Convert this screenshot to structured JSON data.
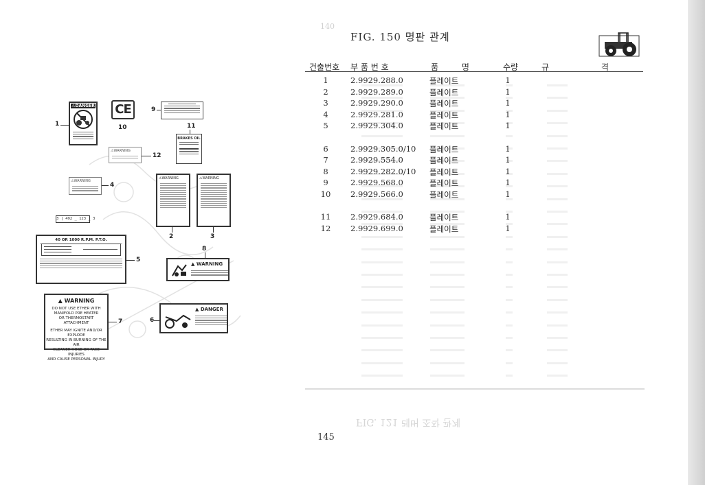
{
  "figure": {
    "title": "FIG. 150 명판 관계",
    "page_number": "145"
  },
  "table": {
    "headers": [
      "건출번호",
      "부 품 번 호",
      "품 명",
      "수량",
      "규 격"
    ],
    "rows": [
      {
        "no": "1",
        "part": "2.9929.288.0",
        "name": "플레이트",
        "qty": "1"
      },
      {
        "no": "2",
        "part": "2.9929.289.0",
        "name": "플레이트",
        "qty": "1"
      },
      {
        "no": "3",
        "part": "2.9929.290.0",
        "name": "플레이트",
        "qty": "1"
      },
      {
        "no": "4",
        "part": "2.9929.281.0",
        "name": "플레이트",
        "qty": "1"
      },
      {
        "no": "5",
        "part": "2.9929.304.0",
        "name": "플레이트",
        "qty": "1"
      },
      {
        "no": "6",
        "part": "2.9929.305.0/10",
        "name": "플레이트",
        "qty": "1"
      },
      {
        "no": "7",
        "part": "2.9929.554.0",
        "name": "플레이트",
        "qty": "1"
      },
      {
        "no": "8",
        "part": "2.9929.282.0/10",
        "name": "플레이트",
        "qty": "1"
      },
      {
        "no": "9",
        "part": "2.9929.568.0",
        "name": "플레이트",
        "qty": "1"
      },
      {
        "no": "10",
        "part": "2.9929.566.0",
        "name": "플레이트",
        "qty": "1"
      },
      {
        "no": "11",
        "part": "2.9929.684.0",
        "name": "플레이트",
        "qty": "1"
      },
      {
        "no": "12",
        "part": "2.9929.699.0",
        "name": "플레이트",
        "qty": "1"
      }
    ]
  },
  "callouts": [
    "1",
    "2",
    "3",
    "4",
    "5",
    "6",
    "7",
    "8",
    "9",
    "10",
    "11",
    "12"
  ],
  "decals": {
    "danger_1": "⚠DANGER",
    "ce_mark": "CE",
    "brakes_oil": "BRAKES OIL",
    "warning_12": "⚠WARNING",
    "warning_2": "⚠WARNING",
    "warning_3": "⚠WARNING",
    "warning_4": "⚠WARNING",
    "strip_code": "3 | 492 _ 123 _ 3",
    "pto_title": "40 OR 1000 R.P.M. P.T.O.",
    "warning_8": "WARNING",
    "warning_7_head": "WARNING",
    "warning_7_text": [
      "DO NOT USE ETHER WITH",
      "MANIFOLD PRE HEATER",
      "OR THERMOSTART",
      "ATTACHMENT",
      "ETHER MAY IGNITE AND/OR EXPLODE",
      "RESULTING IN BURNING OF THE AIR",
      "CLEANER HOSE OR FACE INJURIES",
      "AND CAUSE PERSONAL INJURY"
    ],
    "danger_6": "DANGER"
  }
}
